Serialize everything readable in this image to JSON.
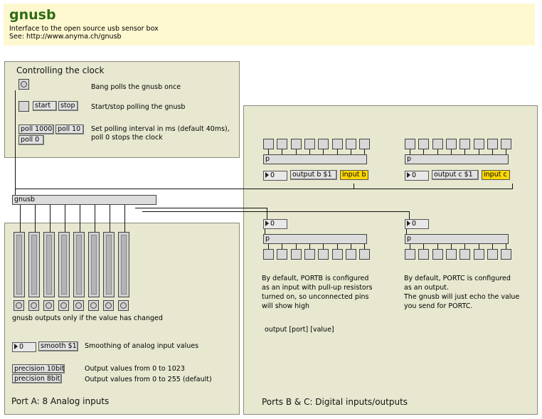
{
  "header": {
    "title": "gnusb",
    "subtitle": "Interface to the open source usb sensor box",
    "see": "See: http://www.anyma.ch/gnusb"
  },
  "clock": {
    "title": "Controlling the clock",
    "bang_desc": "Bang polls the gnusb once",
    "start_label": "start",
    "stop_label": "stop",
    "startstop_desc": "Start/stop polling the gnusb",
    "poll1000_label": "poll 1000",
    "poll10_label": "poll 10",
    "poll0_label": "poll 0",
    "poll_desc_1": "Set polling interval in ms (default 40ms),",
    "poll_desc_2": "poll 0 stops the clock"
  },
  "gnusb_object": "gnusb",
  "port_a": {
    "title": "Port A: 8 Analog inputs",
    "change_note": "gnusb outputs only if the value has changed",
    "smooth_value": "0",
    "smooth_label": "smooth $1",
    "smooth_desc": "Smoothing of analog input values",
    "precision10_label": "precision 10bit",
    "precision8_label": "precision 8bit",
    "precision10_desc": "Output values from 0 to 1023",
    "precision8_desc": "Output values from 0 to 255 (default)"
  },
  "port_bc": {
    "title": "Ports B & C: Digital inputs/outputs",
    "p_label": "p",
    "num_value": "0",
    "output_b_label": "output b $1",
    "output_c_label": "output c $1",
    "input_b_label": "input b",
    "input_c_label": "input c",
    "portb_note": [
      "By default, PORTB is configured",
      "as an input with pull-up resistors",
      "turned on, so unconnected pins",
      "will show high"
    ],
    "portc_note": [
      "By default, PORTC is configured",
      "as an output.",
      "The gnusb will just echo the value",
      "you send for PORTC."
    ],
    "output_usage": "output [port] [value]"
  },
  "colors": {
    "header_bg": "#fdf8cf",
    "panel_bg": "#e8e8d0",
    "title_green": "#2e6b14",
    "input_yellow": "#ffd800"
  }
}
